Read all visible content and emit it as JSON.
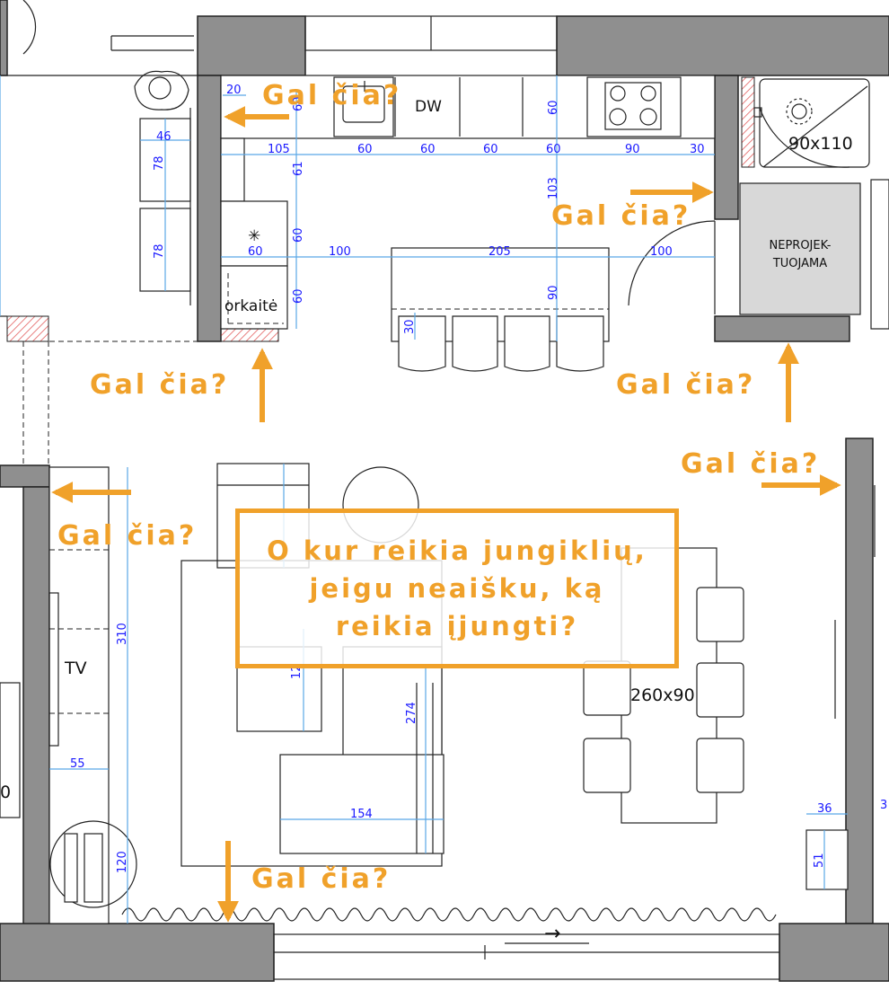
{
  "room_labels": {
    "dishwasher": "DW",
    "shower": "90x110",
    "unplanned_area": [
      "NEPROJEK-",
      "TUOJAMA"
    ],
    "oven": "orkaitė",
    "tv": "TV",
    "dining_table": "260x90",
    "star": "✳",
    "door_arrow": "→"
  },
  "dimensions": {
    "d20": "20",
    "d60_sink_v": "60",
    "d46": "46",
    "d78a": "78",
    "d78b": "78",
    "d105": "105",
    "d60a": "60",
    "d60b": "60",
    "d60c": "60",
    "d60d": "60",
    "d90": "90",
    "d30": "30",
    "d60_stove_v": "60",
    "d61": "61",
    "d60_mid_v": "60",
    "d60_low_v": "60",
    "d60_h": "60",
    "d100_left": "100",
    "d205": "205",
    "d100_right": "100",
    "d103": "103",
    "d90_island": "90",
    "d30_island": "30",
    "d310": "310",
    "d55": "55",
    "d120_left": "120",
    "d0_partial": "0",
    "d274": "274",
    "d154": "154",
    "d12": "12",
    "d36": "36",
    "d51": "51",
    "d3_partial": "3"
  },
  "annotations": {
    "question": "Gal čia?",
    "callout": "O kur reikia jungiklių,\njeigu neaišku, ką\nreikia įjungti?"
  },
  "colors": {
    "annotation_orange": "#f0a12a",
    "dimension_text": "#1a1aff",
    "dimension_line": "#5aa8e6",
    "wall_fill": "#8f8f8f",
    "hatch": "#e05050"
  }
}
